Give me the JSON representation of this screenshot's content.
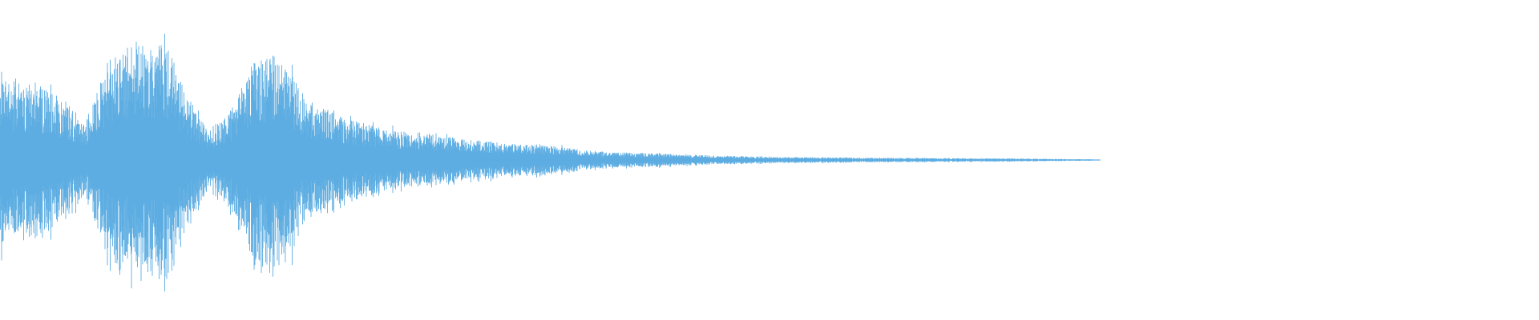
{
  "waveform": {
    "color": "#5dade2",
    "background": "#ffffff",
    "envelope": [
      {
        "t": 0.0,
        "amp": 0.52
      },
      {
        "t": 0.02,
        "amp": 0.5
      },
      {
        "t": 0.04,
        "amp": 0.4
      },
      {
        "t": 0.055,
        "amp": 0.22
      },
      {
        "t": 0.07,
        "amp": 0.62
      },
      {
        "t": 0.09,
        "amp": 0.75
      },
      {
        "t": 0.11,
        "amp": 0.72
      },
      {
        "t": 0.12,
        "amp": 0.45
      },
      {
        "t": 0.135,
        "amp": 0.18
      },
      {
        "t": 0.15,
        "amp": 0.32
      },
      {
        "t": 0.165,
        "amp": 0.62
      },
      {
        "t": 0.18,
        "amp": 0.66
      },
      {
        "t": 0.2,
        "amp": 0.38
      },
      {
        "t": 0.22,
        "amp": 0.28
      },
      {
        "t": 0.24,
        "amp": 0.22
      },
      {
        "t": 0.26,
        "amp": 0.18
      },
      {
        "t": 0.28,
        "amp": 0.17
      },
      {
        "t": 0.3,
        "amp": 0.13
      },
      {
        "t": 0.33,
        "amp": 0.11
      },
      {
        "t": 0.36,
        "amp": 0.09
      },
      {
        "t": 0.38,
        "amp": 0.06
      },
      {
        "t": 0.4,
        "amp": 0.05
      },
      {
        "t": 0.43,
        "amp": 0.04
      },
      {
        "t": 0.46,
        "amp": 0.03
      },
      {
        "t": 0.5,
        "amp": 0.02
      },
      {
        "t": 0.56,
        "amp": 0.015
      },
      {
        "t": 0.62,
        "amp": 0.012
      },
      {
        "t": 0.68,
        "amp": 0.008
      },
      {
        "t": 0.71,
        "amp": 0.004
      },
      {
        "t": 0.715,
        "amp": 0.0
      }
    ]
  }
}
